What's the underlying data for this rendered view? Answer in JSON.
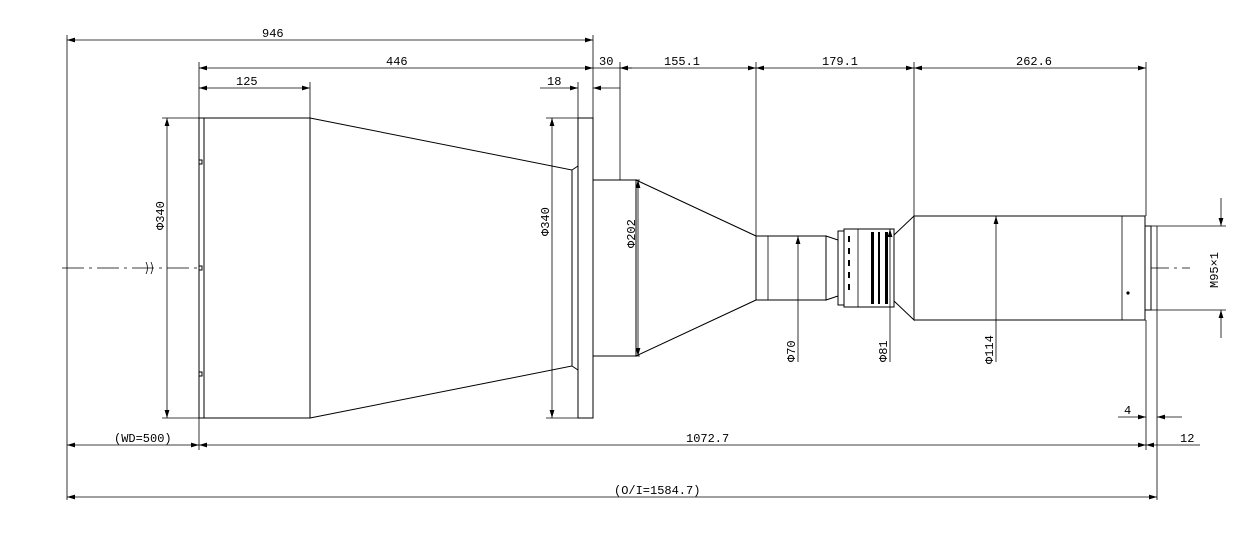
{
  "dimensions": {
    "overall_946": "946",
    "length_446": "446",
    "length_125": "125",
    "flange_18": "18",
    "gap_30": "30",
    "cone_155": "155.1",
    "mid_179": "179.1",
    "rear_262": "262.6",
    "wd": "(WD=500)",
    "lens_length": "1072.7",
    "back_12": "12",
    "back_4": "4",
    "oi": "(O/I=1584.7)"
  },
  "diameters": {
    "front_left": "Φ340",
    "front_right": "Φ340",
    "cone": "Φ202",
    "d70": "Φ70",
    "d81": "Φ81",
    "d114": "Φ114",
    "thread": "M95×1"
  },
  "colors": {
    "line": "#000000",
    "background": "#ffffff"
  }
}
